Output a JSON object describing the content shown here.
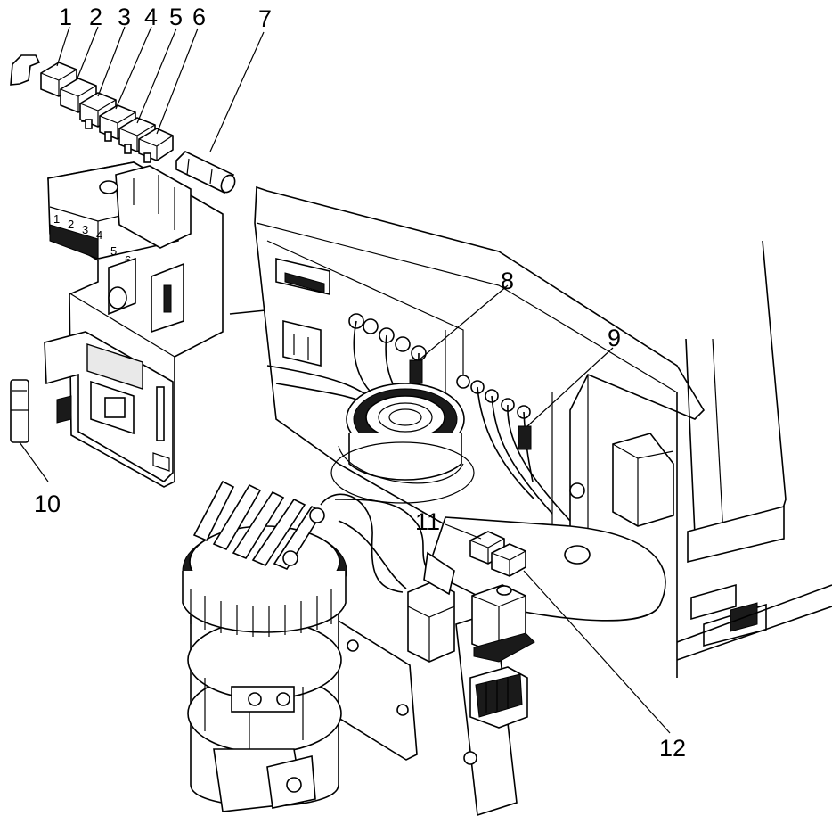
{
  "callouts": [
    "1",
    "2",
    "3",
    "4",
    "5",
    "6",
    "7",
    "8",
    "9",
    "10",
    "11",
    "12"
  ],
  "relay_block_numbers": [
    "1",
    "2",
    "3",
    "4",
    "5",
    "6"
  ]
}
